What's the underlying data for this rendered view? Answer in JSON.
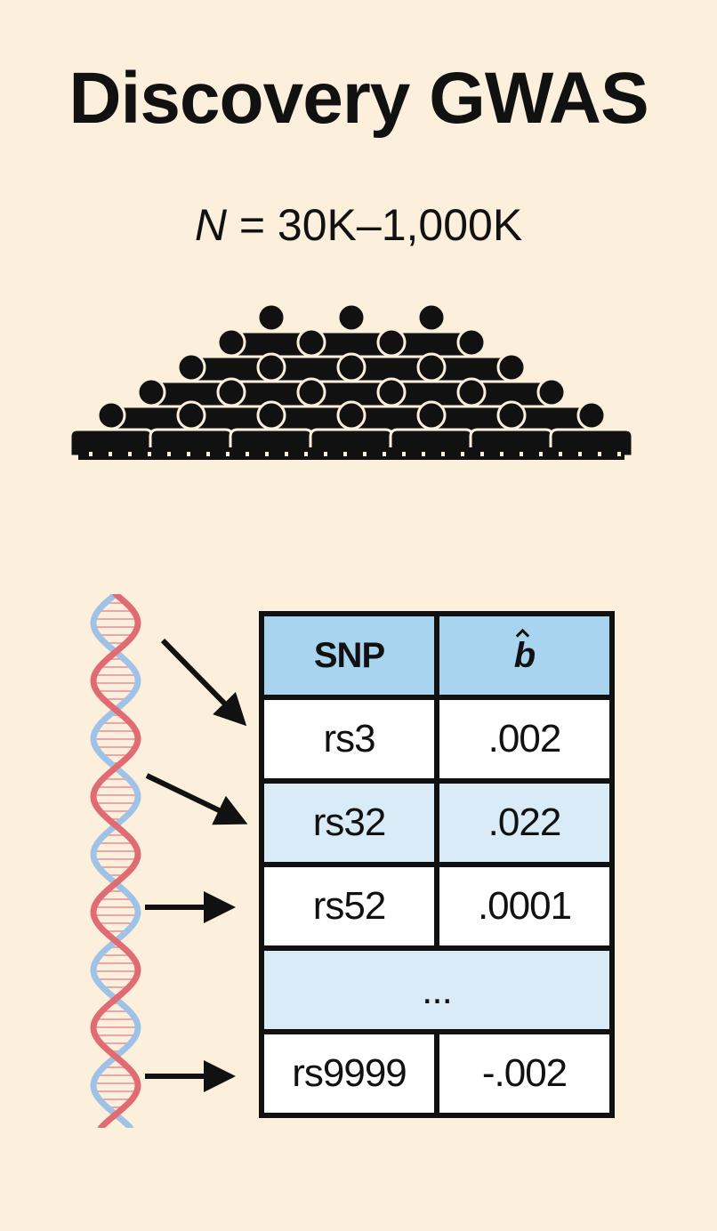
{
  "title": "Discovery GWAS",
  "subtitle": {
    "var": "N",
    "rest": " = 30K–1,000K"
  },
  "icons": {
    "crowd": "crowd-of-people-icon",
    "dna": "dna-double-helix-icon",
    "arrow": "right-arrow-icon"
  },
  "colors": {
    "background": "#fcefdc",
    "header": "#a9d4f0",
    "shaded_row": "#d9ebf6",
    "dna_red": "#e06b72",
    "dna_blue": "#9fc3e6"
  },
  "table": {
    "headers": [
      "SNP",
      "b"
    ],
    "rows": [
      {
        "snp": "rs3",
        "b": ".002"
      },
      {
        "snp": "rs32",
        "b": ".022"
      },
      {
        "snp": "rs52",
        "b": ".0001"
      },
      {
        "ellipsis": "..."
      },
      {
        "snp": "rs9999",
        "b": "-.002"
      }
    ]
  }
}
